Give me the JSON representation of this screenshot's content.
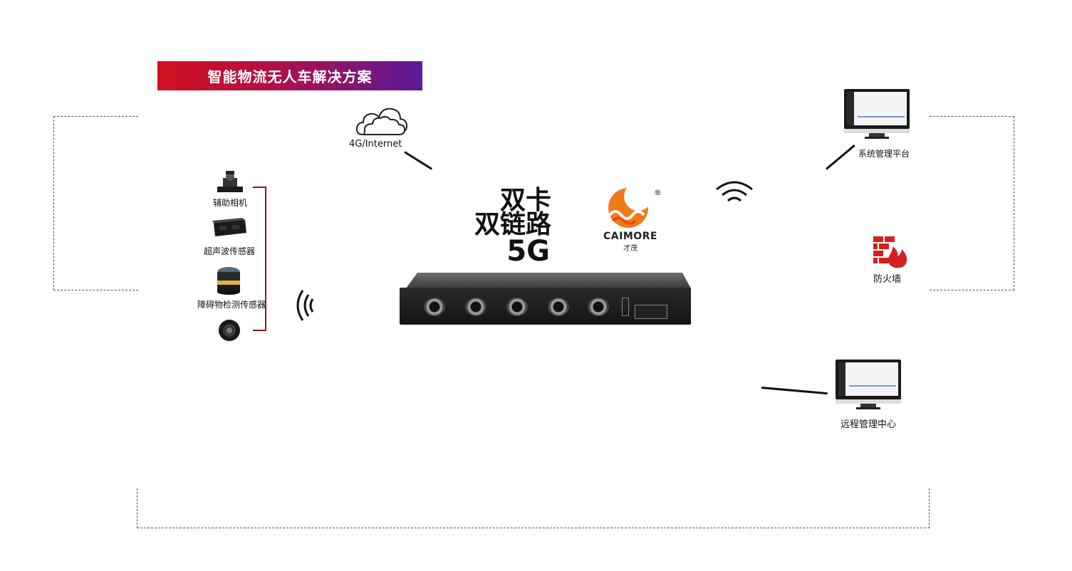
{
  "banner": {
    "title": "智能物流无人车解决方案"
  },
  "cloud": {
    "label": "4G/Internet"
  },
  "sensors": {
    "items": [
      {
        "label": "辅助相机",
        "icon": "camera-mount-icon"
      },
      {
        "label": "超声波传感器",
        "icon": "ultrasonic-sensor-icon"
      },
      {
        "label": "障碍物检测传感器",
        "icon": "obstacle-sensor-icon"
      },
      {
        "label": "",
        "icon": "lens-camera-icon"
      }
    ]
  },
  "product": {
    "line1": "双卡",
    "line2": "双链路",
    "line3": "5G"
  },
  "brand": {
    "name": "CAIMORE",
    "subtitle": "才茂",
    "registered": "®",
    "colors": {
      "sun": "#f07a1a",
      "wave": "#e04a10"
    }
  },
  "device": {
    "ports": [
      "",
      "",
      "",
      "",
      ""
    ]
  },
  "right": {
    "system_platform": "系统管理平台",
    "firewall": "防火墙",
    "remote_center": "远程管理中心"
  },
  "colors": {
    "banner_start": "#d01020",
    "banner_end": "#5a1a9a",
    "firewall": "#d42020",
    "bracket": "#8a1a1a"
  }
}
